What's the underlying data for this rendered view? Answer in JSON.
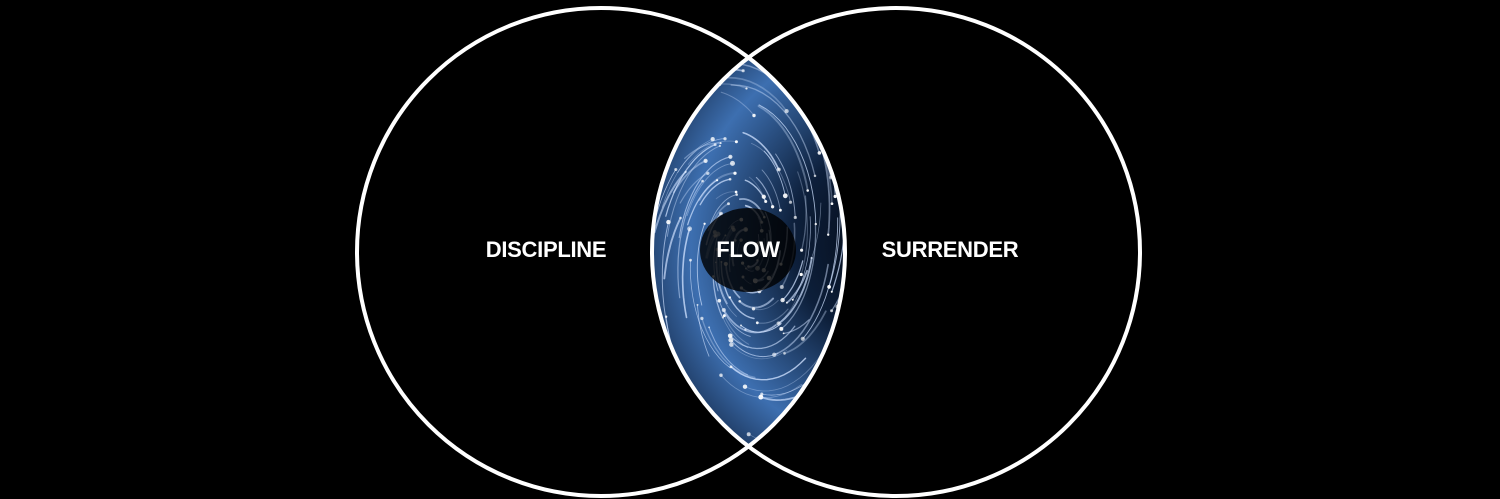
{
  "diagram": {
    "type": "venn",
    "sets": [
      {
        "id": "left",
        "label": "DISCIPLINE"
      },
      {
        "id": "right",
        "label": "SURRENDER"
      }
    ],
    "intersection": {
      "label": "FLOW",
      "fill_style": "swirling starfield"
    }
  },
  "colors": {
    "background": "#000000",
    "outline": "#ffffff",
    "text": "#ffffff",
    "intersection_base": "#0d1f3a",
    "intersection_glow": "#3d6fb0",
    "streak": "#cfe1ff"
  }
}
